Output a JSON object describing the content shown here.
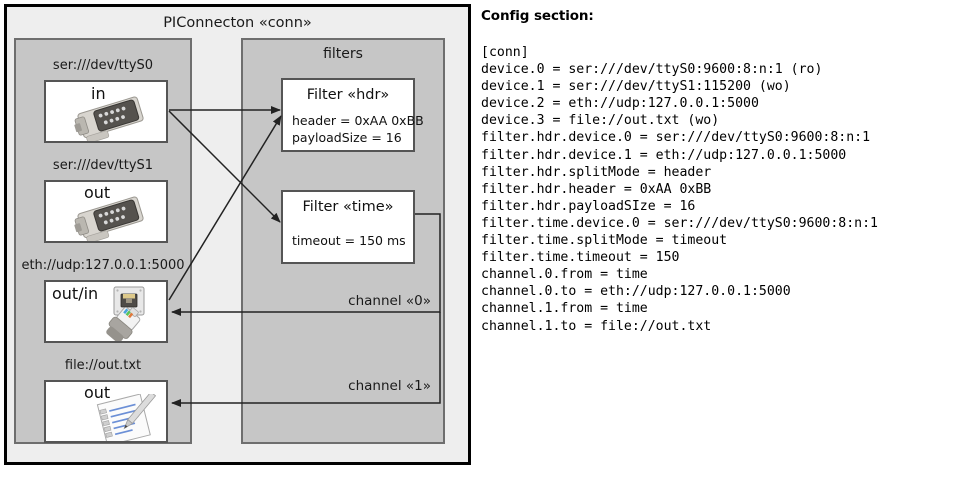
{
  "diagram": {
    "outer": {
      "title": "PIConnecton «conn»"
    },
    "panels": {
      "devices_title": "",
      "filters_title": "filters"
    },
    "devices": [
      {
        "label": "ser:///dev/ttyS0",
        "direction": "in",
        "icon": "serial-port-icon"
      },
      {
        "label": "ser:///dev/ttyS1",
        "direction": "out",
        "icon": "serial-port-icon"
      },
      {
        "label": "eth://udp:127.0.0.1:5000",
        "direction": "out/in",
        "icon": "ethernet-jack-icon"
      },
      {
        "label": "file://out.txt",
        "direction": "out",
        "icon": "text-file-icon"
      }
    ],
    "filters": [
      {
        "name": "Filter «hdr»",
        "attrs": [
          "header = 0xAA 0xBB",
          "payloadSize = 16"
        ]
      },
      {
        "name": "Filter «time»",
        "attrs": [
          "timeout = 150 ms"
        ]
      }
    ],
    "channels": [
      {
        "label": "channel «0»"
      },
      {
        "label": "channel «1»"
      }
    ]
  },
  "config": {
    "heading": "Config section:",
    "lines": [
      "[conn]",
      "device.0 = ser:///dev/ttyS0:9600:8:n:1 (ro)",
      "device.1 = ser:///dev/ttyS1:115200 (wo)",
      "device.2 = eth://udp:127.0.0.1:5000",
      "device.3 = file://out.txt (wo)",
      "filter.hdr.device.0 = ser:///dev/ttyS0:9600:8:n:1",
      "filter.hdr.device.1 = eth://udp:127.0.0.1:5000",
      "filter.hdr.splitMode = header",
      "filter.hdr.header = 0xAA 0xBB",
      "filter.hdr.payloadSIze = 16",
      "filter.time.device.0 = ser:///dev/ttyS0:9600:8:n:1",
      "filter.time.splitMode = timeout",
      "filter.time.timeout = 150",
      "channel.0.from = time",
      "channel.0.to = eth://udp:127.0.0.1:5000",
      "channel.1.from = time",
      "channel.1.to = file://out.txt"
    ]
  },
  "colors": {
    "page_bg": "#ffffff",
    "outer_bg": "#eeeeee",
    "panel_bg": "#c6c6c6",
    "panel_border": "#6e6e6e",
    "box_bg": "#ffffff",
    "box_border": "#555555",
    "line": "#222222",
    "text": "#111111"
  }
}
